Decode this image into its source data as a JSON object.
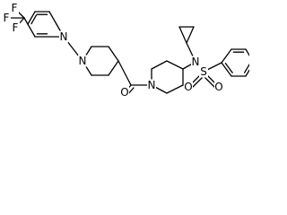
{
  "molecule": {
    "atom_labels": {
      "f_upper": "F",
      "f_middle": "F",
      "f_lower": "F",
      "n_pyridine": "N",
      "n_piperidine_left": "N",
      "o_carbonyl": "O",
      "n_piperidine_right": "N",
      "n_sulfonamide": "N",
      "s_sulfonyl": "S",
      "o_sulfonyl_left": "O",
      "o_sulfonyl_right": "O"
    },
    "colors": {
      "bond": "#000000",
      "label": "#000000",
      "background": "#ffffff"
    }
  }
}
